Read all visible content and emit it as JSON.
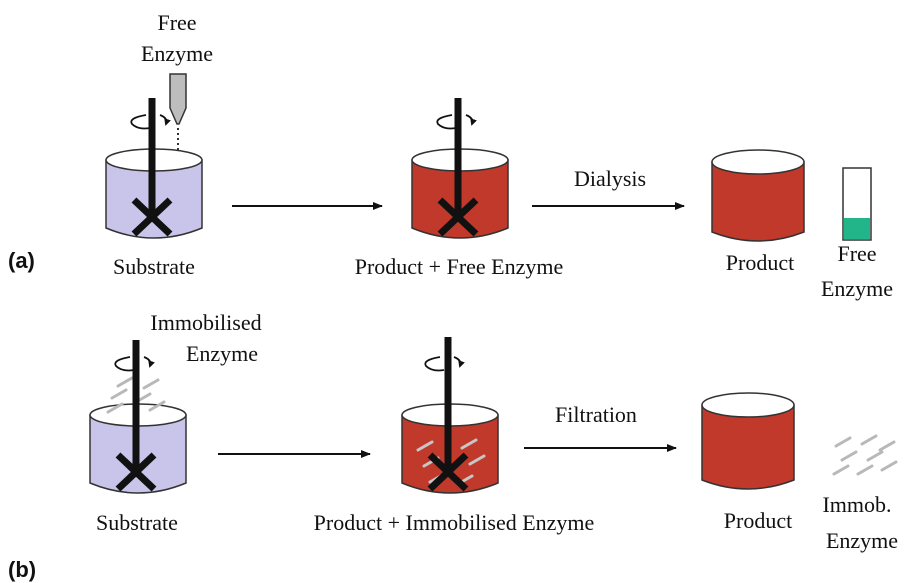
{
  "panel_a": {
    "label": "(a)",
    "free_enzyme_lines": [
      "Free",
      "Enzyme"
    ],
    "substrate_label": "Substrate",
    "middle_label": "Product + Free Enzyme",
    "process_label": "Dialysis",
    "product_label": "Product",
    "recovered_lines": [
      "Free",
      "Enzyme"
    ]
  },
  "panel_b": {
    "label": "(b)",
    "immobilised_enzyme_lines": [
      "Immobilised",
      "Enzyme"
    ],
    "substrate_label": "Substrate",
    "middle_label": "Product + Immobilised Enzyme",
    "process_label": "Filtration",
    "product_label": "Product",
    "recovered_lines": [
      "Immob.",
      "Enzyme"
    ]
  },
  "colors": {
    "substrate_fill": "#c8c4ea",
    "product_fill": "#c0392b",
    "enzyme_solution": "#22b58a",
    "outline": "#111111",
    "immobilised_particles": "#b8b8b8"
  }
}
